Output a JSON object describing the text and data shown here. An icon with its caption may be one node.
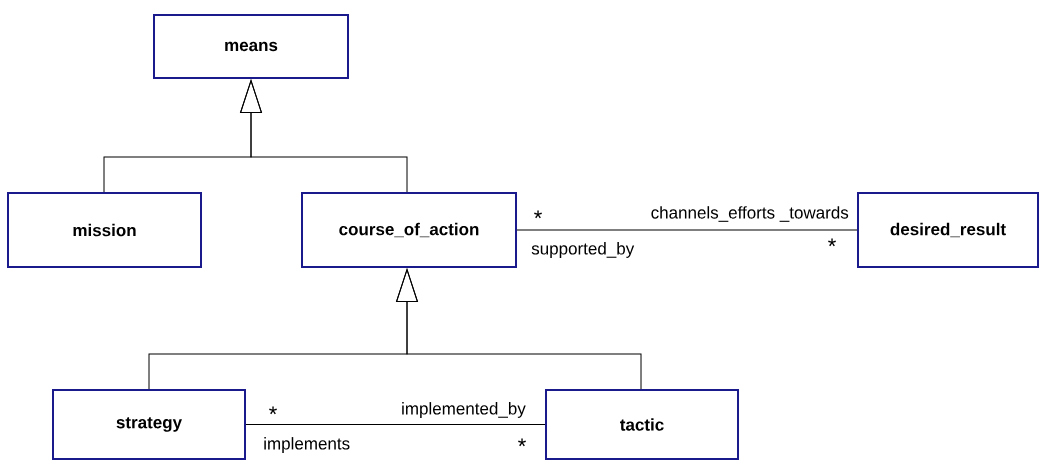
{
  "diagram": {
    "nodes": [
      {
        "text": [
          "means"
        ]
      },
      {
        "text": [
          "mission"
        ]
      },
      {
        "text": [
          "course_of_action"
        ]
      },
      {
        "text": [
          "desired_result"
        ]
      },
      {
        "text": [
          "strategy"
        ]
      },
      {
        "text": [
          "tactic"
        ]
      }
    ],
    "edges": [
      {
        "from": 1,
        "to": 0,
        "arrow": "to"
      },
      {
        "from": 2,
        "to": 0,
        "arrow": "to"
      },
      {
        "from": 2,
        "to": 3,
        "arrow": "none"
      },
      {
        "from": 4,
        "to": 2,
        "arrow": "to"
      },
      {
        "from": 5,
        "to": 2,
        "arrow": "to"
      },
      {
        "from": 4,
        "to": 5,
        "arrow": "none"
      }
    ],
    "labels": [
      "*",
      "channels_efforts _towards",
      "supported_by",
      "*",
      "*",
      "implemented_by",
      "implements",
      "*"
    ]
  }
}
